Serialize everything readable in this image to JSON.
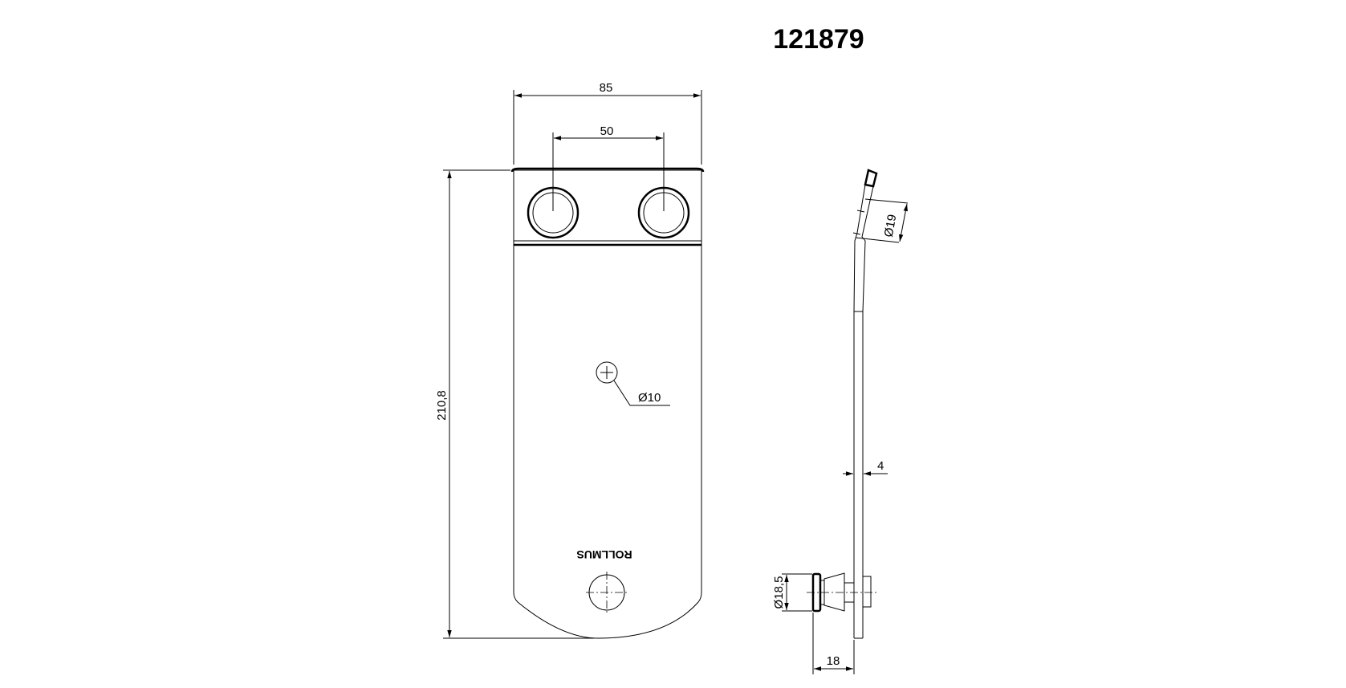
{
  "title": "121879",
  "brand_mark": "ROLLMUS",
  "dimensions": {
    "overall_width": "85",
    "hole_spacing": "50",
    "overall_length": "210,8",
    "center_hole": "Ø10",
    "bend_hole": "Ø19",
    "thickness": "4",
    "pin_diameter": "Ø18,5",
    "pin_length": "18"
  }
}
